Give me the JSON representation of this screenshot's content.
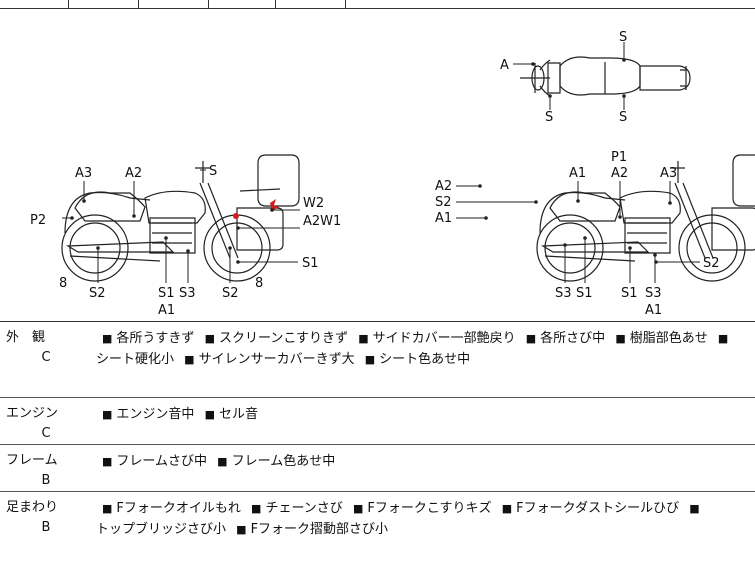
{
  "diagram": {
    "top_view": {
      "a": "A",
      "s_top": "S",
      "s_left": "S",
      "s_right": "S"
    },
    "left_side": {
      "a3": "A3",
      "a2": "A2",
      "s": "S",
      "w2": "W2",
      "a2w1": "A2W1",
      "p2": "P2",
      "s1_right": "S1",
      "eight_left": "8",
      "eight_mid": "8",
      "s2_left": "S2",
      "s1_bottom": "S1",
      "s3_bottom": "S3",
      "s2_mid": "S2",
      "a1_bottom": "A1"
    },
    "right_side": {
      "p1": "P1",
      "a1_top": "A1",
      "a2_top": "A2",
      "a3_top": "A3",
      "a2_left": "A2",
      "s2_left": "S2",
      "a1_left": "A1",
      "s2_right": "S2",
      "s3_bottom": "S3",
      "s1_bottom_a": "S1",
      "s1_bottom_b": "S1",
      "s3_bottom_b": "S3",
      "a1_bottom": "A1"
    }
  },
  "rows": [
    {
      "name": "外　観",
      "grade": "C",
      "items": [
        "各所うすきず",
        "スクリーンこすりきず",
        "サイドカバー一部艶戻り",
        "各所さび中",
        "樹脂部色あせ",
        "シート硬化小",
        "サイレンサーカバーきず大",
        "シート色あせ中"
      ]
    },
    {
      "name": "エンジン",
      "grade": "C",
      "items": [
        "エンジン音中",
        "セル音"
      ]
    },
    {
      "name": "フレーム",
      "grade": "B",
      "items": [
        "フレームさび中",
        "フレーム色あせ中"
      ]
    },
    {
      "name": "足まわり",
      "grade": "B",
      "items": [
        "Fフォークオイルもれ",
        "チェーンさび",
        "Fフォークこすりキズ",
        "Fフォークダストシールひび",
        "トップブリッジさび小",
        "Fフォーク摺動部さび小"
      ]
    }
  ],
  "marker": "■",
  "colors": {
    "line": "#222222",
    "damage_mark": "#cc1f1f"
  }
}
